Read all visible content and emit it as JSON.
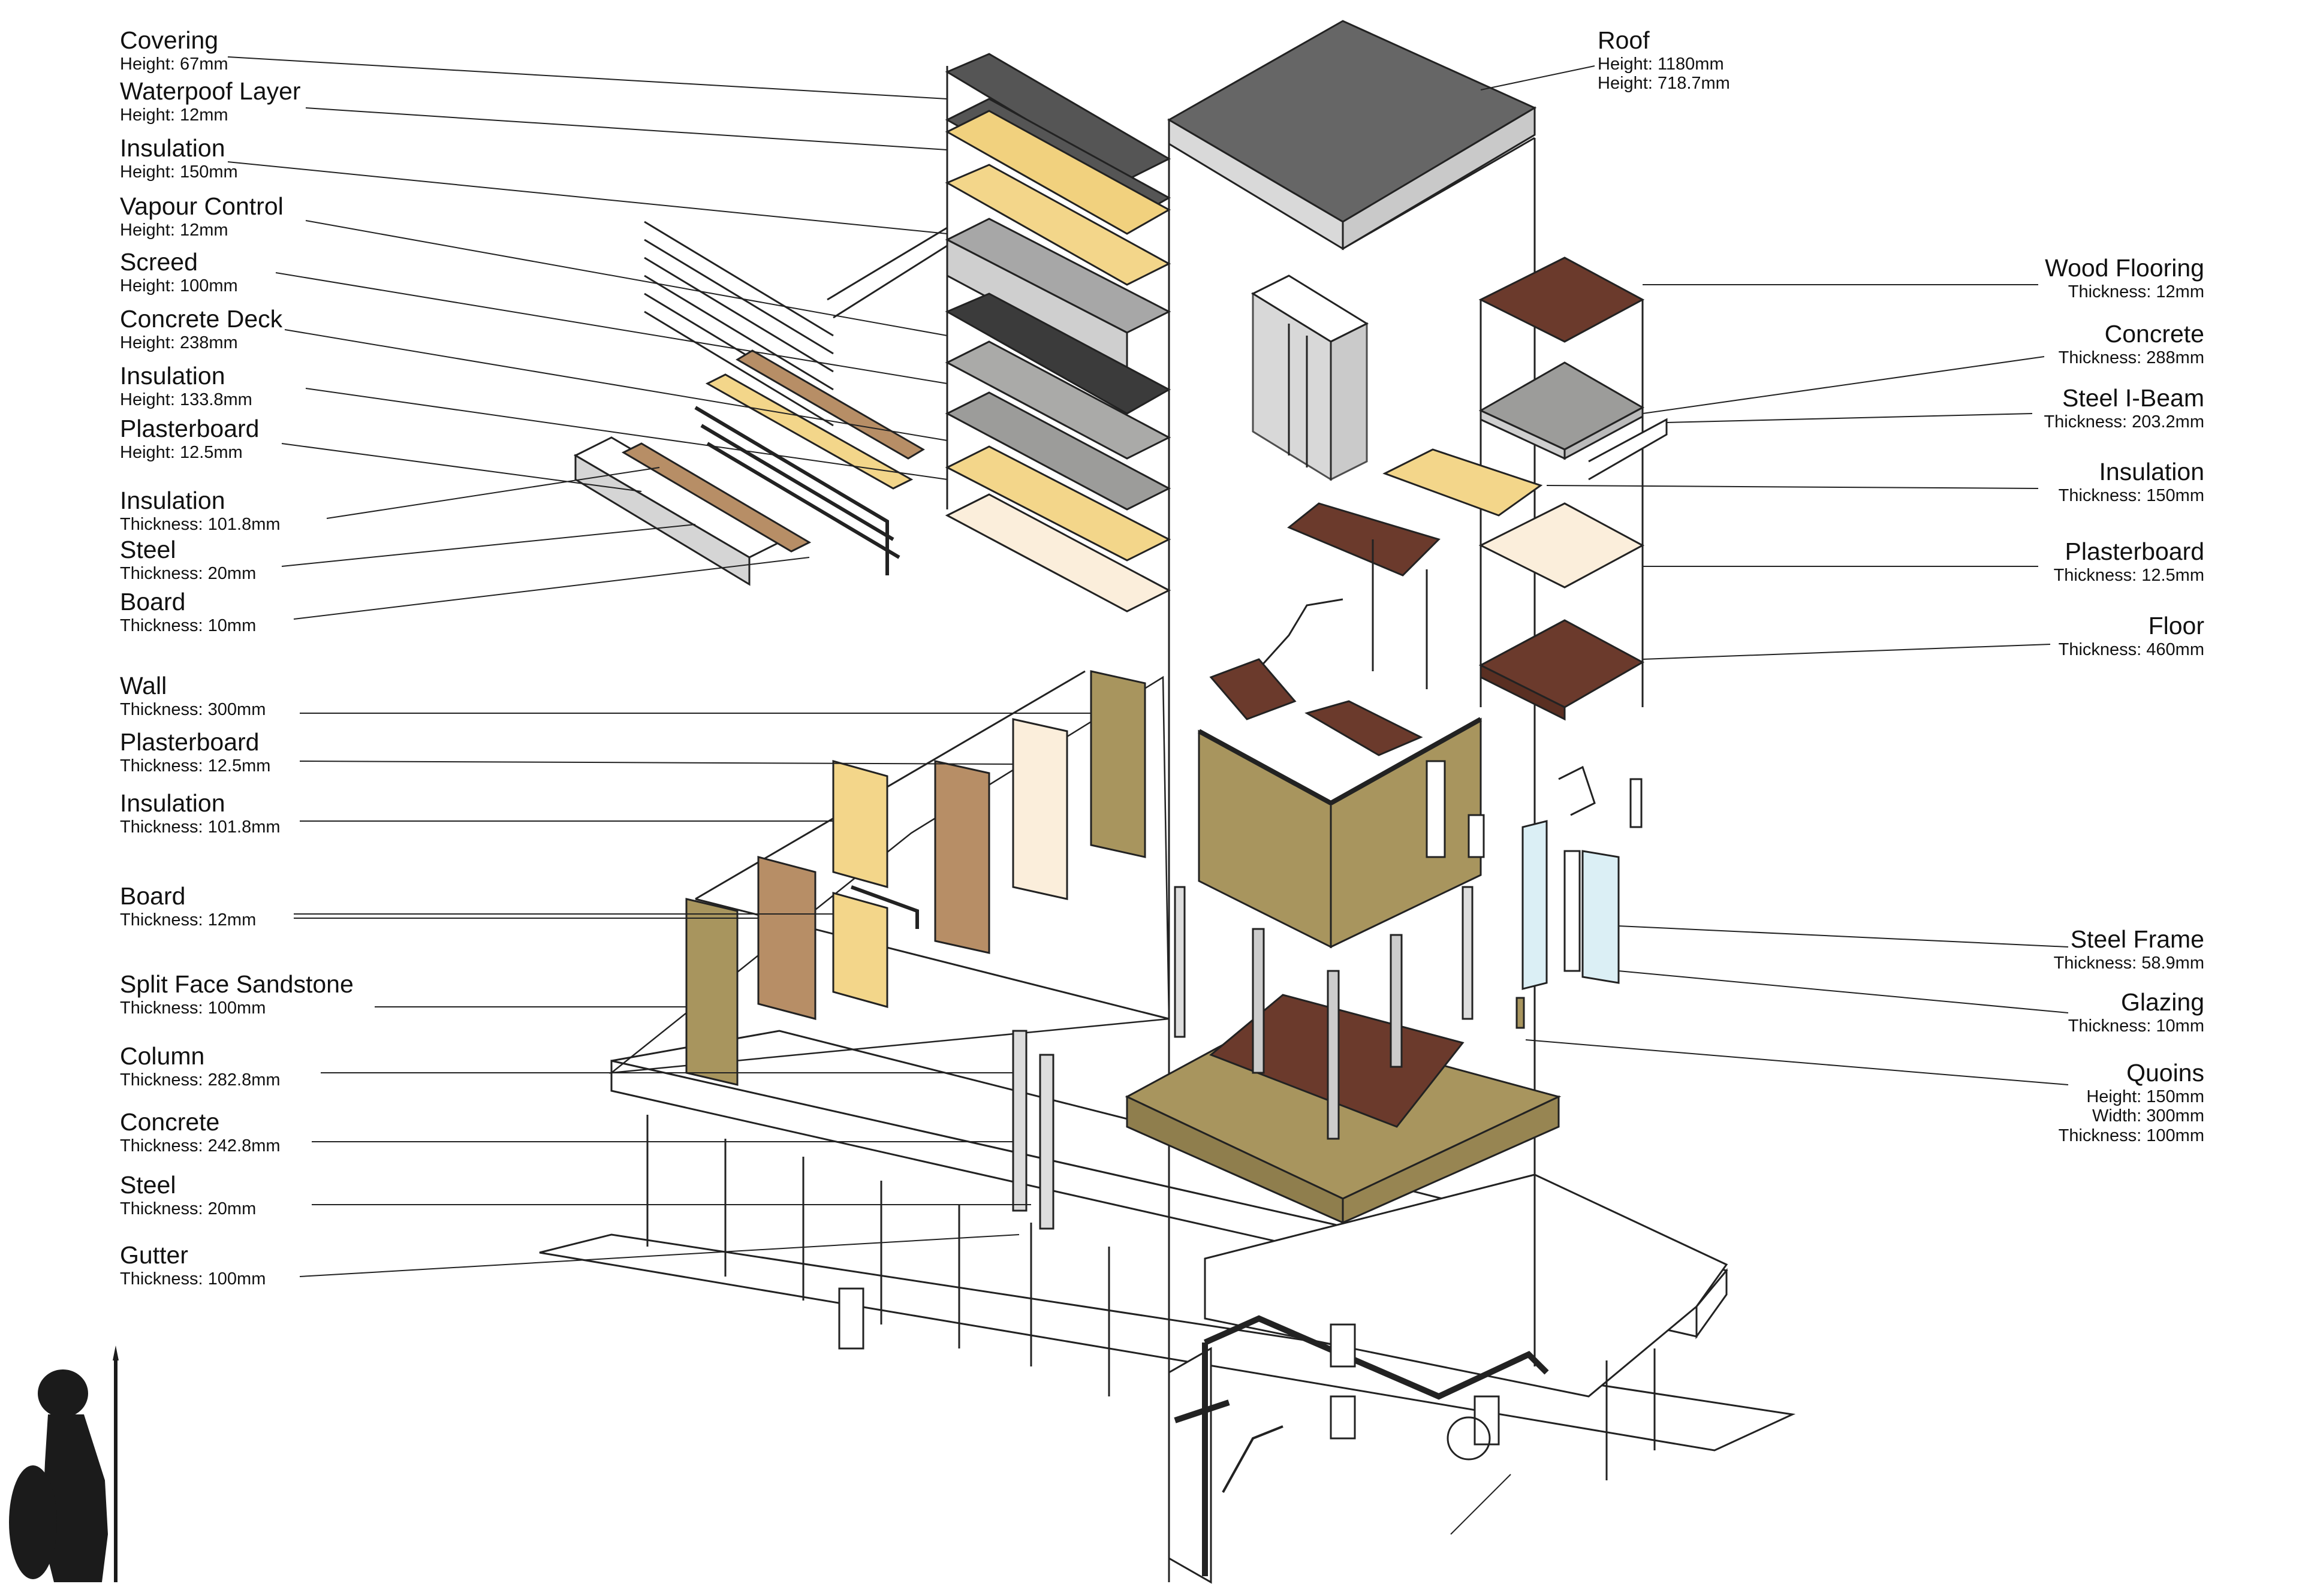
{
  "colors": {
    "stone": "#a8955e",
    "brick": "#6b3a2c",
    "insulation": "#f3d68a",
    "plaster": "#fbeedb",
    "concrete": "#9c9c9a",
    "dark": "#3e3e3e",
    "grey": "#707070",
    "board": "#b78e66"
  },
  "labels_left": [
    {
      "title": "Covering",
      "sub": "Height: 67mm"
    },
    {
      "title": "Waterpoof Layer",
      "sub": "Height: 12mm"
    },
    {
      "title": "Insulation",
      "sub": "Height: 150mm"
    },
    {
      "title": "Vapour Control",
      "sub": "Height: 12mm"
    },
    {
      "title": "Screed",
      "sub": "Height: 100mm"
    },
    {
      "title": "Concrete Deck",
      "sub": "Height: 238mm"
    },
    {
      "title": "Insulation",
      "sub": "Height: 133.8mm"
    },
    {
      "title": "Plasterboard",
      "sub": "Height: 12.5mm"
    },
    {
      "title": "Insulation",
      "sub": "Thickness: 101.8mm"
    },
    {
      "title": "Steel",
      "sub": "Thickness: 20mm"
    },
    {
      "title": "Board",
      "sub": "Thickness: 10mm"
    },
    {
      "title": "Wall",
      "sub": "Thickness: 300mm"
    },
    {
      "title": "Plasterboard",
      "sub": "Thickness: 12.5mm"
    },
    {
      "title": "Insulation",
      "sub": "Thickness: 101.8mm"
    },
    {
      "title": "Board",
      "sub": "Thickness: 12mm"
    },
    {
      "title": "Split Face Sandstone",
      "sub": "Thickness: 100mm"
    },
    {
      "title": "Column",
      "sub": "Thickness: 282.8mm"
    },
    {
      "title": "Concrete",
      "sub": "Thickness: 242.8mm"
    },
    {
      "title": "Steel",
      "sub": "Thickness: 20mm"
    },
    {
      "title": "Gutter",
      "sub": "Thickness: 100mm"
    }
  ],
  "label_roof": {
    "title": "Roof",
    "sub1": "Height: 1180mm",
    "sub2": "Height: 718.7mm"
  },
  "labels_right": [
    {
      "title": "Wood Flooring",
      "sub": "Thickness: 12mm"
    },
    {
      "title": "Concrete",
      "sub": "Thickness: 288mm"
    },
    {
      "title": "Steel I-Beam",
      "sub": "Thickness: 203.2mm"
    },
    {
      "title": "Insulation",
      "sub": "Thickness: 150mm"
    },
    {
      "title": "Plasterboard",
      "sub": "Thickness: 12.5mm"
    },
    {
      "title": "Floor",
      "sub": "Thickness: 460mm"
    },
    {
      "title": "Steel Frame",
      "sub": "Thickness: 58.9mm"
    },
    {
      "title": "Glazing",
      "sub": "Thickness: 10mm"
    }
  ],
  "label_quoins": {
    "title": "Quoins",
    "sub1": "Height: 150mm",
    "sub2": "Width: 300mm",
    "sub3": "Thickness: 100mm"
  }
}
